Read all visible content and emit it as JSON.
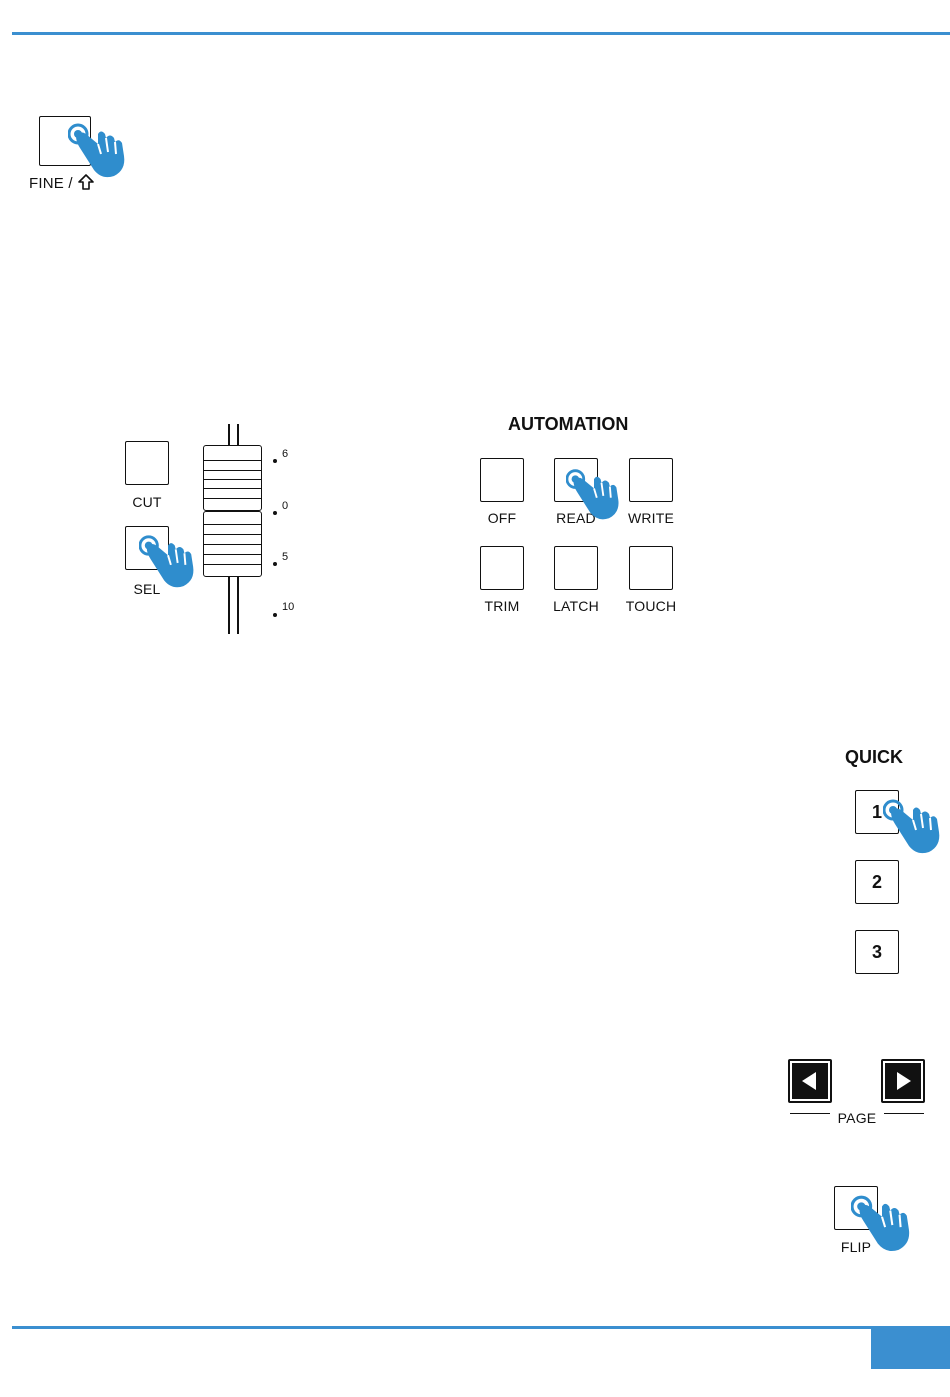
{
  "fine": {
    "label": "FINE /"
  },
  "fader": {
    "cut_label": "CUT",
    "sel_label": "SEL",
    "scale": [
      "6",
      "0",
      "5",
      "10"
    ]
  },
  "automation": {
    "title": "AUTOMATION",
    "buttons": [
      "OFF",
      "READ",
      "WRITE",
      "TRIM",
      "LATCH",
      "TOUCH"
    ]
  },
  "quick": {
    "title": "QUICK",
    "buttons": [
      "1",
      "2",
      "3"
    ]
  },
  "page": {
    "label": "PAGE"
  },
  "flip": {
    "label": "FLIP"
  },
  "colors": {
    "accent": "#3b8fd0",
    "hand": "#2f8dcd"
  },
  "icons": {
    "hand": "pointing-hand-icon",
    "shift": "shift-arrow-icon",
    "left": "left-arrow-icon",
    "right": "right-arrow-icon"
  }
}
